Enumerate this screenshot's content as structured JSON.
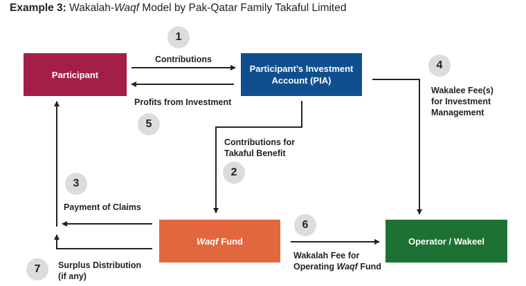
{
  "title": {
    "prefix": "Example 3:",
    "part1": "Wakalah-",
    "waqf": "Waqf",
    "part2": " Model by Pak-Qatar Family Takaful Limited"
  },
  "boxes": {
    "participant": "Participant",
    "pia_line1": "Participant’s Investment",
    "pia_line2": "Account (PIA)",
    "waqf_italic": "Waqf",
    "waqf_rest": " Fund",
    "operator": "Operator / Wakeel"
  },
  "labels": {
    "contributions": "Contributions",
    "profits": "Profits from Investment",
    "contrib_takaful_1": "Contributions for",
    "contrib_takaful_2": "Takaful Benefit",
    "wakalee_1": "Wakalee Fee(s)",
    "wakalee_2": "for Investment",
    "wakalee_3": "Management",
    "payment_claims": "Payment of Claims",
    "wakalah_1": "Wakalah Fee for",
    "wakalah_2_pre": "Operating ",
    "wakalah_2_italic": "Waqf",
    "wakalah_2_post": " Fund",
    "surplus_1": "Surplus Distribution",
    "surplus_2": "(if any)"
  },
  "steps": [
    "1",
    "2",
    "3",
    "4",
    "5",
    "6",
    "7"
  ],
  "colors": {
    "participant": "#a41f47",
    "pia": "#0f4f8f",
    "waqf_fund": "#e2673d",
    "operator": "#1d7233",
    "step_circle": "#dcdcdc"
  }
}
